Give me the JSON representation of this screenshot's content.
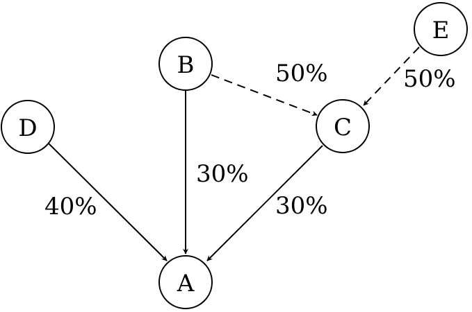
{
  "diagram": {
    "nodes": {
      "A": {
        "label": "A"
      },
      "B": {
        "label": "B"
      },
      "C": {
        "label": "C"
      },
      "D": {
        "label": "D"
      },
      "E": {
        "label": "E"
      }
    },
    "edges": {
      "d_to_a": {
        "from": "D",
        "to": "A",
        "label": "40%",
        "style": "solid"
      },
      "b_to_a": {
        "from": "B",
        "to": "A",
        "label": "30%",
        "style": "solid"
      },
      "c_to_a": {
        "from": "C",
        "to": "A",
        "label": "30%",
        "style": "solid"
      },
      "b_to_c": {
        "from": "B",
        "to": "C",
        "label": "50%",
        "style": "dashed"
      },
      "e_to_c": {
        "from": "E",
        "to": "C",
        "label": "50%",
        "style": "dashed"
      }
    }
  }
}
